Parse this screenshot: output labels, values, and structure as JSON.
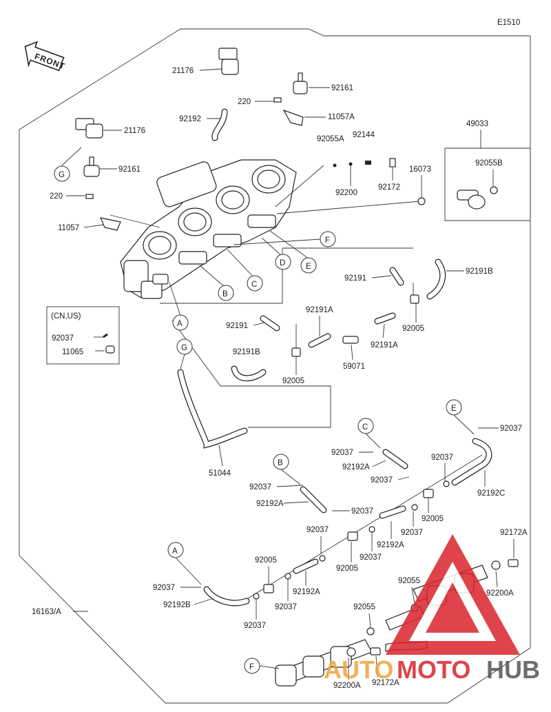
{
  "diagram_code": "E1510",
  "front_label": "FRONT",
  "variant_box": {
    "title": "(CN,US)",
    "parts": [
      "92037",
      "11065"
    ]
  },
  "part_labels": [
    "21176",
    "92192",
    "92161",
    "220",
    "11057A",
    "21176",
    "92161",
    "220",
    "11057",
    "92055A",
    "92144",
    "92200",
    "92172",
    "49033",
    "16073",
    "92055B",
    "92191",
    "92191B",
    "92005",
    "92191",
    "92191A",
    "59071",
    "92191A",
    "92005",
    "92191B",
    "51044",
    "92037",
    "92192A",
    "92037",
    "92192C",
    "92037",
    "92192A",
    "92037",
    "92037",
    "92005",
    "92037",
    "92037",
    "92192A",
    "92037",
    "92005",
    "92037",
    "92005",
    "92192A",
    "92037",
    "92192B",
    "92037",
    "92037",
    "92172A",
    "92055",
    "92200A",
    "92055",
    "92200A",
    "92172A",
    "16163/A"
  ],
  "callouts": [
    "G",
    "B",
    "C",
    "D",
    "E",
    "F",
    "A",
    "G",
    "C",
    "E",
    "B",
    "A",
    "F"
  ],
  "watermark": {
    "brand_a": "AUTO",
    "brand_b": "MOTO",
    "brand_c": "HUB",
    "color_red": "#d9242b",
    "color_orange": "#f2a33a",
    "color_gray": "#555555"
  }
}
